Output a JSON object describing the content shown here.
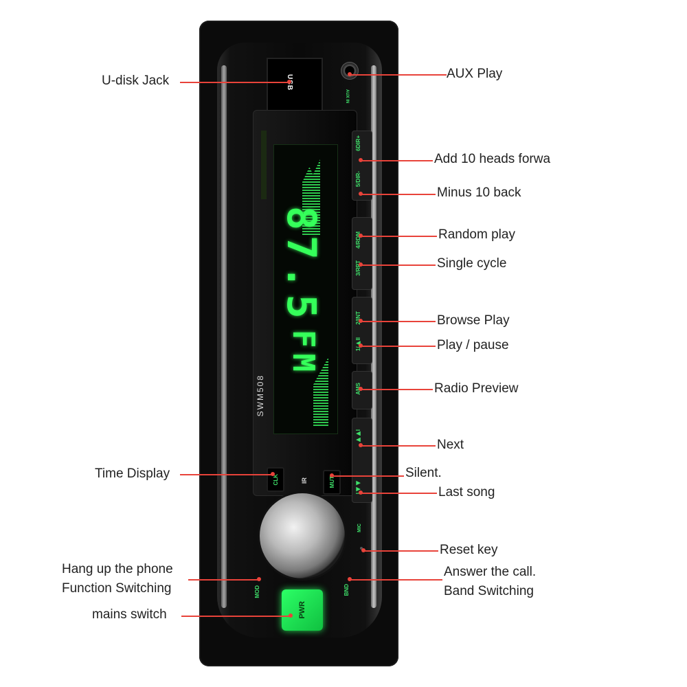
{
  "device": {
    "usb_label": "USB",
    "aux_label": "AUX IN",
    "frequency": "87.5",
    "band": "FM",
    "model": "SWM508",
    "ir_label": "IR",
    "mic_label": "MIC",
    "buttons": {
      "six_dir": "6DIR+",
      "five_dir": "5/DIR-",
      "four_rdm": "4/RDM",
      "three_rpt": "3/RPT",
      "two_int": "2/INT",
      "one_play": "1/▶II",
      "ams": "AMS",
      "next": "▶▶I",
      "prev": "I◀◀",
      "clk": "CLK",
      "mut": "MUT",
      "mod": "MOD",
      "bnd": "BND",
      "pwr": "PWR"
    }
  },
  "callouts": {
    "u_disk_jack": "U-disk Jack",
    "aux_play": "AUX Play",
    "add_10": "Add 10 heads forwa",
    "minus_10": "Minus 10 back",
    "random_play": "Random play",
    "single_cycle": "Single cycle",
    "browse_play": "Browse Play",
    "play_pause": "Play / pause",
    "radio_preview": "Radio Preview",
    "next": "Next",
    "time_display": "Time Display",
    "silent": "Silent.",
    "last_song": "Last song",
    "reset_key": "Reset key",
    "hang_up": "Hang up the phone",
    "function_switching": "Function Switching",
    "answer_call": "Answer the call.",
    "band_switching": "Band Switching",
    "mains_switch": "mains  switch"
  },
  "colors": {
    "accent_green": "#35ff5a",
    "callout_red": "#e8433a"
  }
}
